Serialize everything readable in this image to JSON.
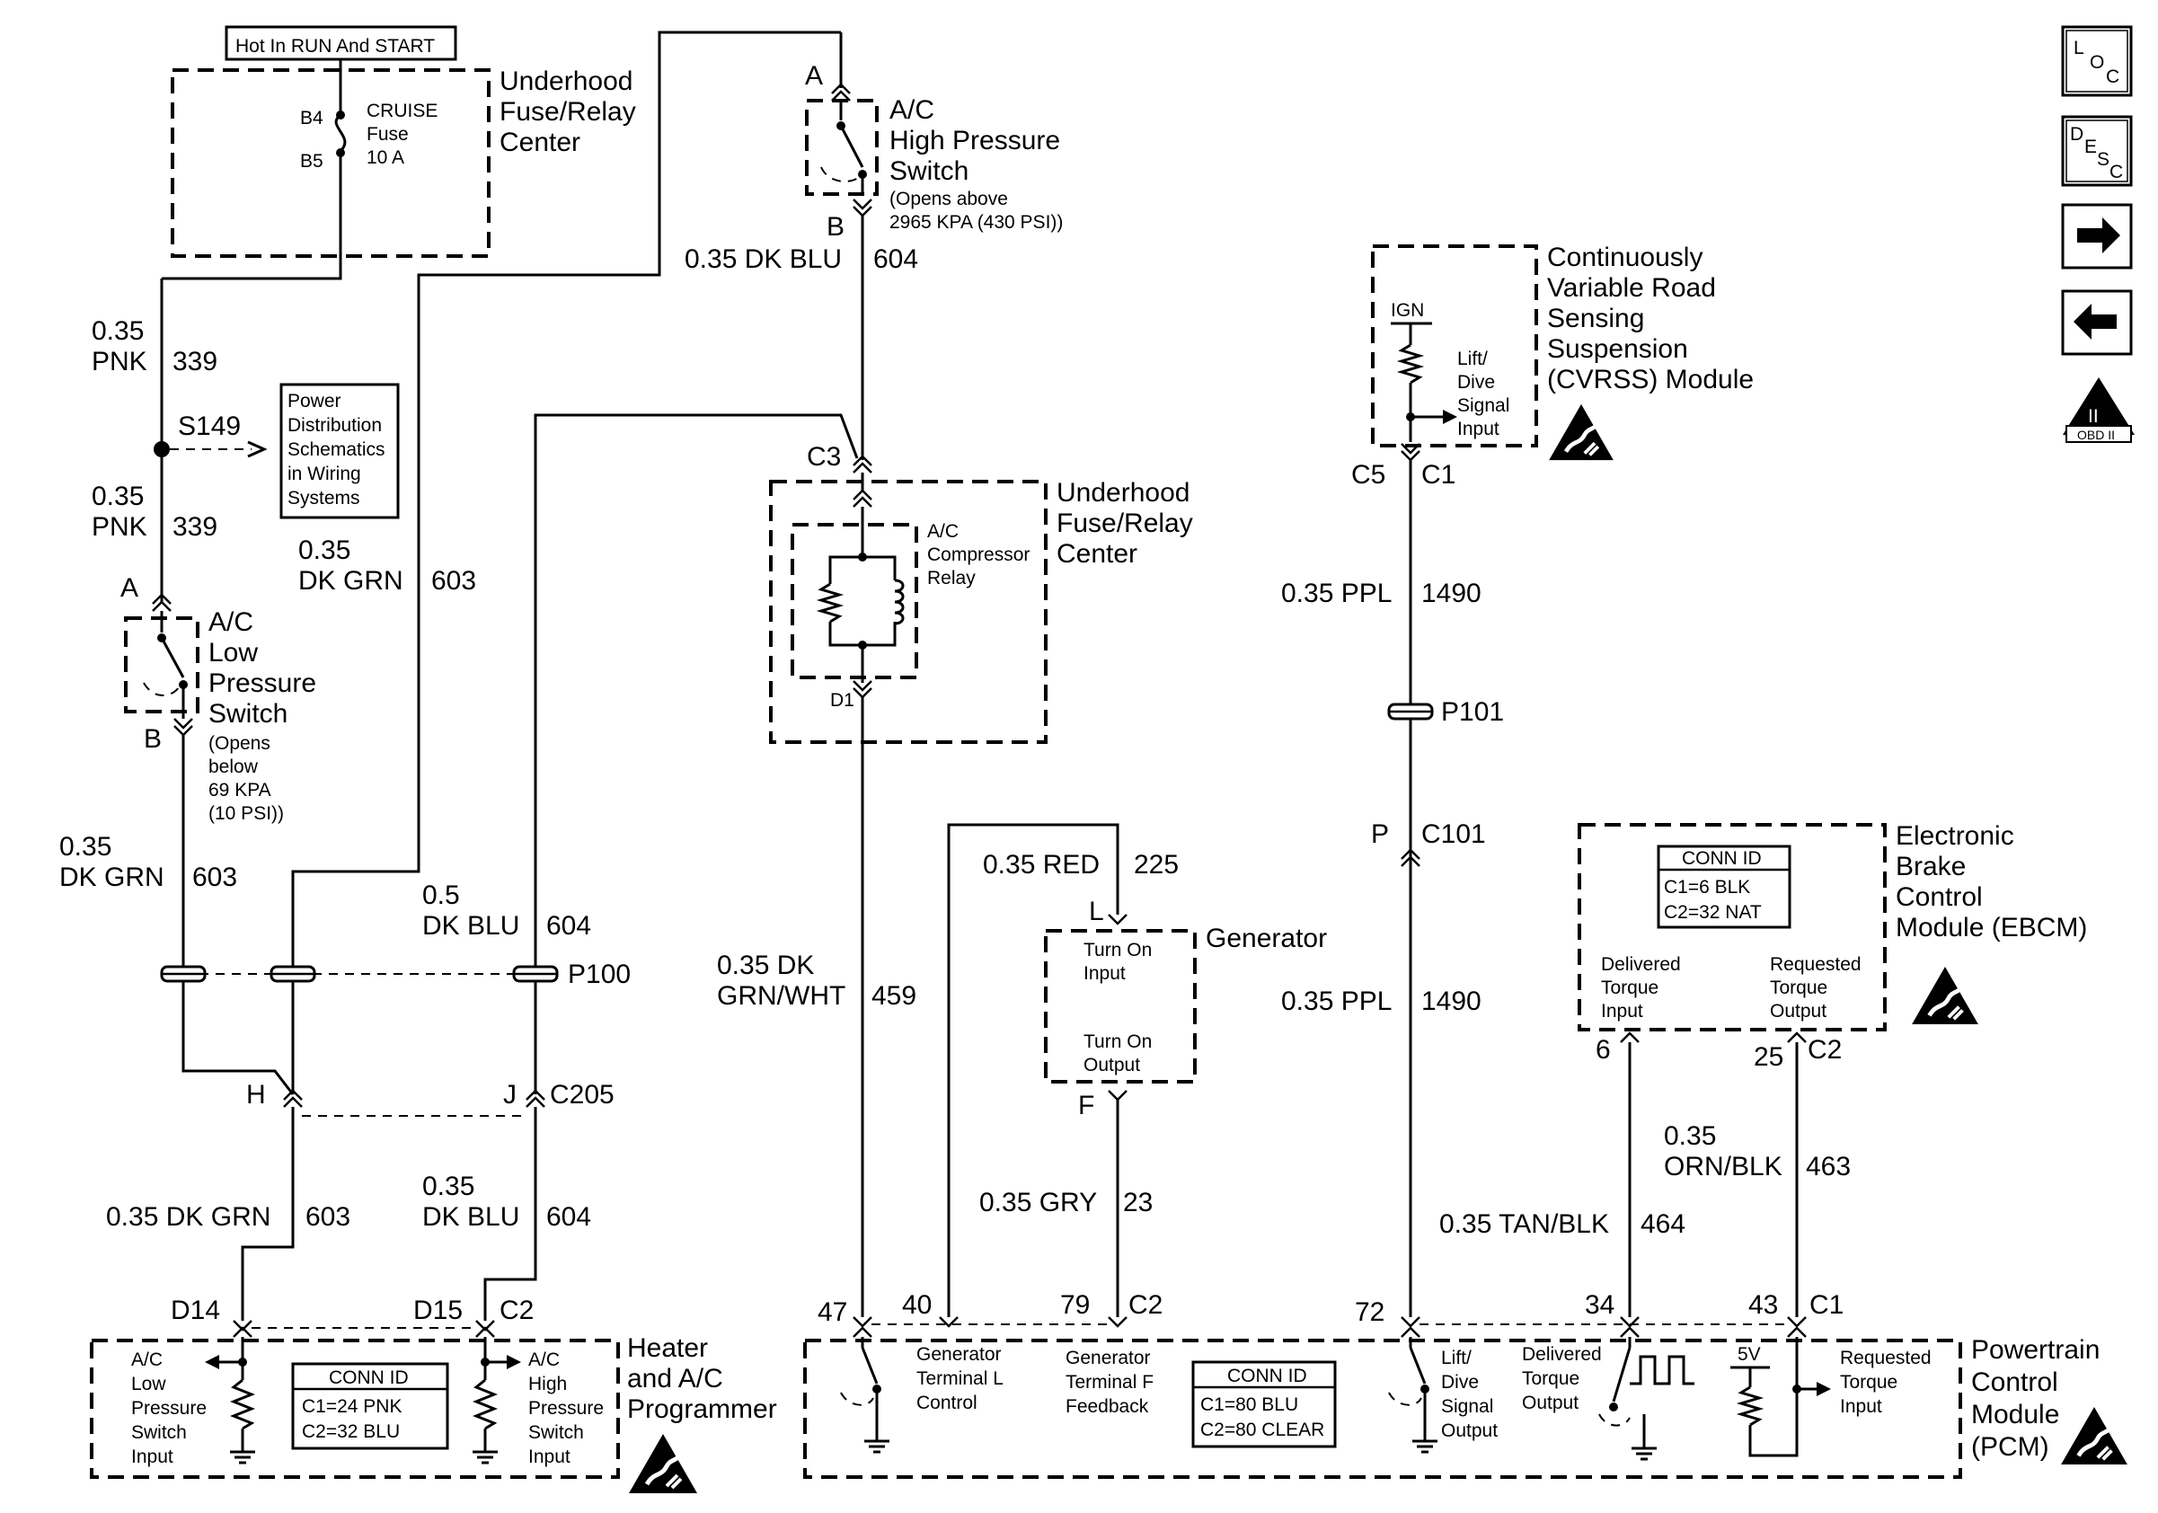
{
  "hot_label": "Hot In RUN And START",
  "fuse_center_top": {
    "title": [
      "Underhood",
      "Fuse/Relay",
      "Center"
    ],
    "pin_top": "B4",
    "pin_bottom": "B5",
    "fuse": [
      "CRUISE",
      "Fuse",
      "10 A"
    ]
  },
  "wire_339_a": {
    "size": "0.35",
    "color": "PNK",
    "circuit": "339"
  },
  "wire_339_b": {
    "size": "0.35",
    "color": "PNK",
    "circuit": "339"
  },
  "splice_s149": "S149",
  "power_dist_ref": [
    "Power",
    "Distribution",
    "Schematics",
    "in Wiring",
    "Systems"
  ],
  "low_switch": {
    "pin_a": "A",
    "pin_b": "B",
    "title": [
      "A/C",
      "Low",
      "Pressure",
      "Switch"
    ],
    "note": [
      "(Opens",
      "below",
      "69 KPA",
      "(10 PSI))"
    ]
  },
  "wire_603_left": {
    "size": "0.35",
    "color": "DK GRN",
    "circuit": "603"
  },
  "wire_603_mid": {
    "size": "0.35",
    "color": "DK GRN",
    "circuit": "603"
  },
  "wire_604_mid": {
    "size": "0.5",
    "color": "DK BLU",
    "circuit": "604"
  },
  "conn_p100": "P100",
  "conn_c205": {
    "name": "C205",
    "pin_h": "H",
    "pin_j": "J"
  },
  "wire_603_bottom": {
    "label": "0.35 DK GRN",
    "circuit": "603"
  },
  "wire_604_bottom": {
    "size": "0.35",
    "color": "DK BLU",
    "circuit": "604"
  },
  "hvac_module": {
    "title": [
      "Heater",
      "and A/C",
      "Programmer"
    ],
    "pin_left": "D14",
    "pin_right": "D15",
    "connector": "C2",
    "left_input": [
      "A/C",
      "Low",
      "Pressure",
      "Switch",
      "Input"
    ],
    "right_input": [
      "A/C",
      "High",
      "Pressure",
      "Switch",
      "Input"
    ],
    "conn_id": {
      "title": "CONN ID",
      "c1": "C1=24 PNK",
      "c2": "C2=32 BLU"
    }
  },
  "high_switch": {
    "pin_a": "A",
    "pin_b": "B",
    "title": [
      "A/C",
      "High Pressure",
      "Switch"
    ],
    "note": [
      "(Opens above",
      "2965 KPA (430 PSI))"
    ]
  },
  "wire_604_top": {
    "label": "0.35 DK BLU",
    "circuit": "604"
  },
  "fuse_center_mid": {
    "title": [
      "Underhood",
      "Fuse/Relay",
      "Center"
    ],
    "conn": "C3",
    "pin_d1": "D1",
    "relay": [
      "A/C",
      "Compressor",
      "Relay"
    ]
  },
  "wire_459": {
    "size": "0.35 DK",
    "color": "GRN/WHT",
    "circuit": "459"
  },
  "wire_225": {
    "label": "0.35 RED",
    "circuit": "225"
  },
  "generator": {
    "title": "Generator",
    "pin_l": "L",
    "pin_f": "F",
    "turn_on_input": [
      "Turn On",
      "Input"
    ],
    "turn_on_output": [
      "Turn On",
      "Output"
    ]
  },
  "wire_23": {
    "label": "0.35 GRY",
    "circuit": "23"
  },
  "cvrss": {
    "title": [
      "Continuously",
      "Variable Road",
      "Sensing",
      "Suspension",
      "(CVRSS) Module"
    ],
    "ign": "IGN",
    "signal": [
      "Lift/",
      "Dive",
      "Signal",
      "Input"
    ],
    "pin_c5": "C5",
    "pin_c1": "C1"
  },
  "wire_1490_a": {
    "label": "0.35 PPL",
    "circuit": "1490"
  },
  "conn_p101": "P101",
  "conn_c101": {
    "name": "C101",
    "pin": "P"
  },
  "wire_1490_b": {
    "label": "0.35 PPL",
    "circuit": "1490"
  },
  "ebcm": {
    "title": [
      "Electronic",
      "Brake",
      "Control",
      "Module (EBCM)"
    ],
    "conn_id": {
      "title": "CONN ID",
      "c1": "C1=6 BLK",
      "c2": "C2=32 NAT"
    },
    "delivered": [
      "Delivered",
      "Torque",
      "Input"
    ],
    "requested": [
      "Requested",
      "Torque",
      "Output"
    ],
    "pin_6": "6",
    "pin_25": "25",
    "conn_c2": "C2"
  },
  "wire_463": {
    "size": "0.35",
    "color": "ORN/BLK",
    "circuit": "463"
  },
  "wire_464": {
    "label": "0.35 TAN/BLK",
    "circuit": "464"
  },
  "pcm": {
    "title": [
      "Powertrain",
      "Control",
      "Module",
      "(PCM)"
    ],
    "pins": {
      "p47": "47",
      "p40": "40",
      "p79": "79",
      "c2": "C2",
      "p72": "72",
      "p34": "34",
      "p43": "43",
      "c1": "C1"
    },
    "gen_l": [
      "Generator",
      "Terminal L",
      "Control"
    ],
    "gen_f": [
      "Generator",
      "Terminal F",
      "Feedback"
    ],
    "conn_id": {
      "title": "CONN ID",
      "c1": "C1=80 BLU",
      "c2": "C2=80 CLEAR"
    },
    "lift": [
      "Lift/",
      "Dive",
      "Signal",
      "Output"
    ],
    "delivered": [
      "Delivered",
      "Torque",
      "Output"
    ],
    "five_v": "5V",
    "requested": [
      "Requested",
      "Torque",
      "Input"
    ]
  },
  "nav": {
    "loc": [
      "L",
      "O",
      "C"
    ],
    "desc": [
      "D",
      "E",
      "S",
      "C"
    ],
    "obd": "OBD II",
    "obd_mark": "II"
  }
}
